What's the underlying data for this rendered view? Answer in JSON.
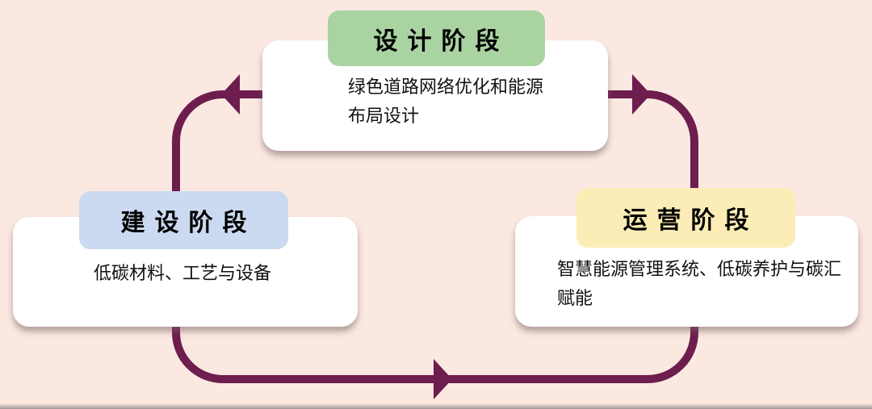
{
  "diagram": {
    "background_color": "#fbe9e1",
    "arrow_color": "#6d1d4e",
    "card_color": "#ffffff"
  },
  "stages": [
    {
      "name": "design",
      "label": "设计阶段",
      "desc": "绿色道路网络优化和能源布局设计",
      "header_color": "#aad3a2"
    },
    {
      "name": "construction",
      "label": "建设阶段",
      "desc": "低碳材料、工艺与设备",
      "header_color": "#cbdaf0"
    },
    {
      "name": "operation",
      "label": "运营阶段",
      "desc": "智慧能源管理系统、低碳养护与碳汇赋能",
      "header_color": "#fbedb5"
    }
  ],
  "arrows": [
    {
      "name": "design-to-construction",
      "direction": "left"
    },
    {
      "name": "design-to-operation",
      "direction": "right"
    },
    {
      "name": "construction-to-operation",
      "direction": "right"
    }
  ]
}
